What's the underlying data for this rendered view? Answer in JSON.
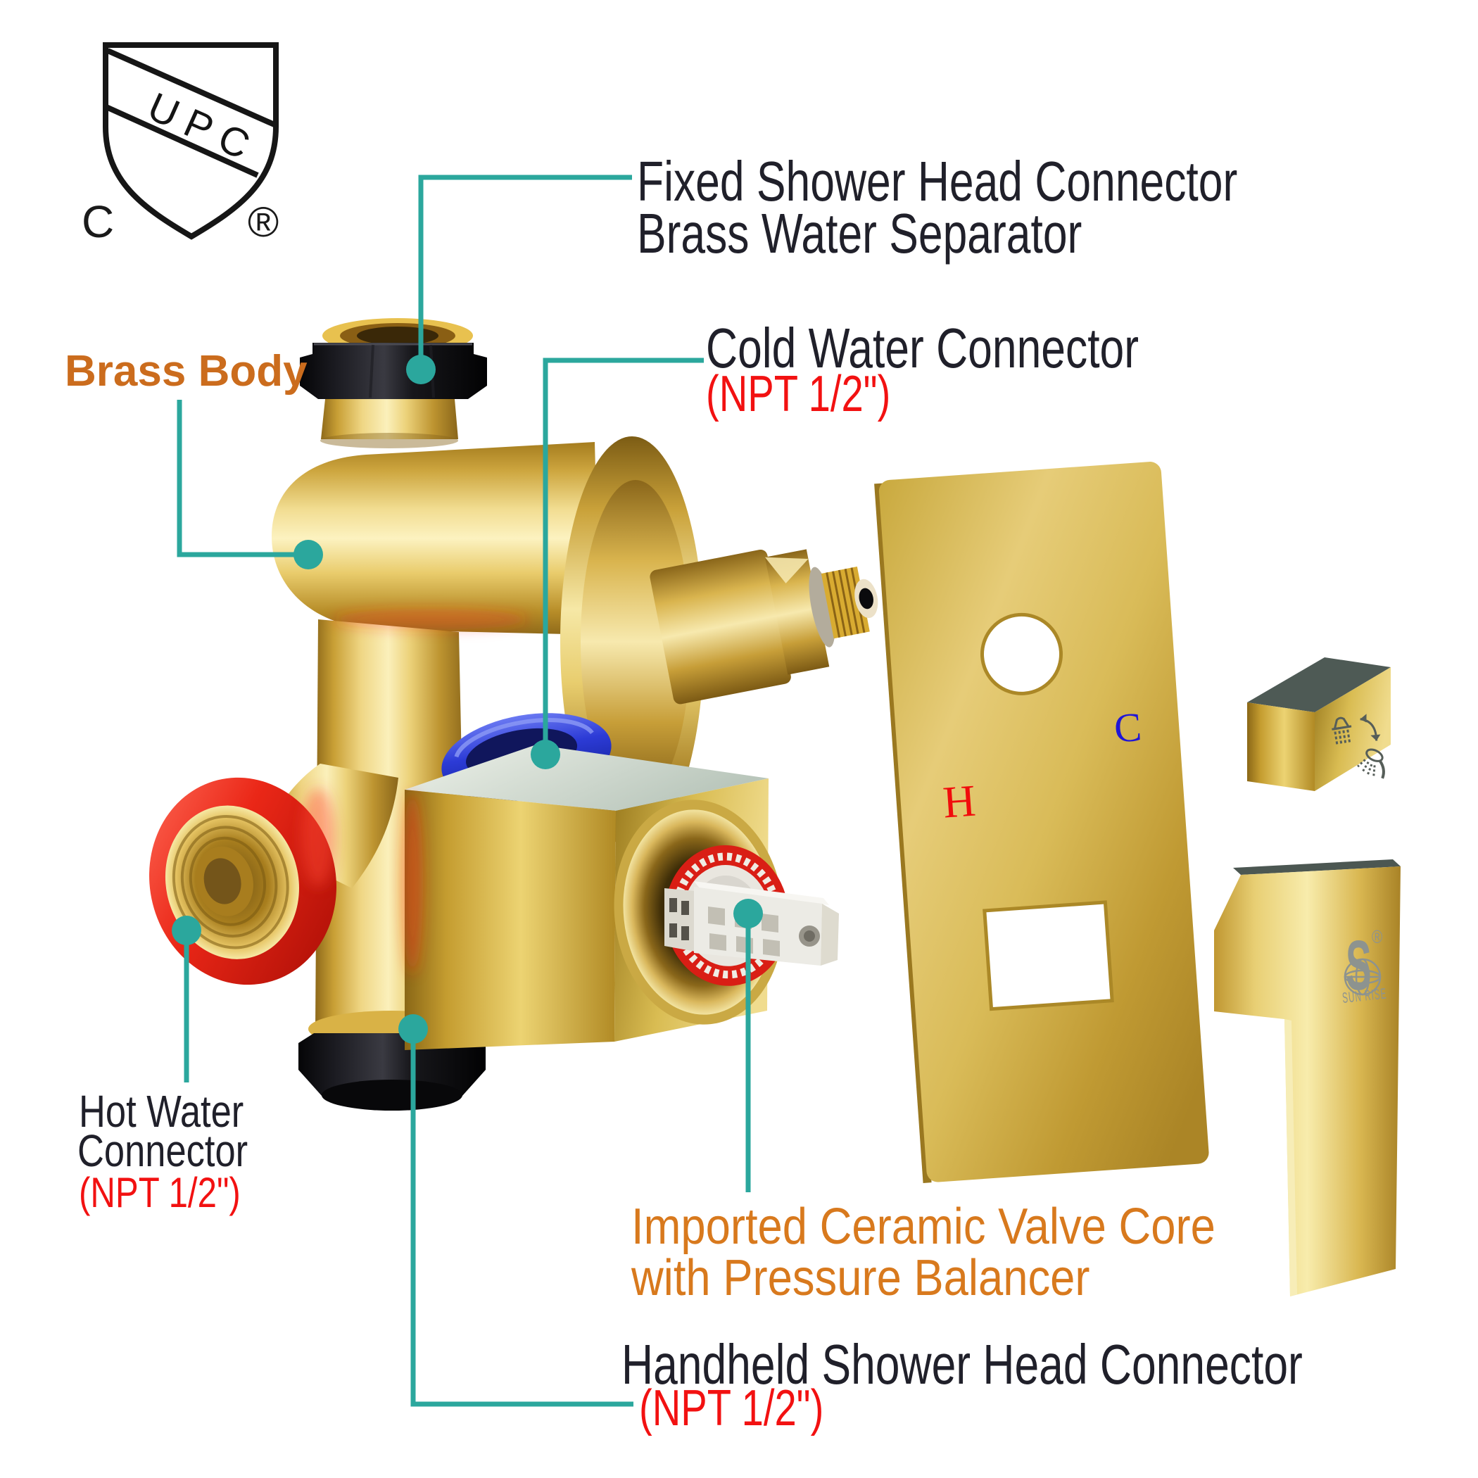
{
  "certification": {
    "badge_text": "UPC",
    "country_letter": "C",
    "registered": "®"
  },
  "labels": {
    "fixed": {
      "line1": "Fixed Shower Head Connector",
      "line2": "Brass Water Separator"
    },
    "cold": {
      "title": "Cold Water Connector",
      "spec": "(NPT 1/2\")"
    },
    "brass_body": "Brass Body",
    "hot": {
      "line1": "Hot Water",
      "line2": "Connector",
      "spec": "(NPT 1/2\")"
    },
    "valve_core": {
      "line1": "Imported Ceramic Valve Core",
      "line2": "with Pressure Balancer"
    },
    "handheld": {
      "title": "Handheld Shower Head Connector",
      "spec": "(NPT 1/2\")"
    }
  },
  "plate": {
    "hot_mark": "H",
    "cold_mark": "C"
  },
  "handle_logo": {
    "letter": "S",
    "registered": "®",
    "name": "SUN RISE"
  },
  "icons": {
    "cupc_shield_icon": "cUPC certification shield",
    "fixed_shower_icon": "fixed shower head",
    "toggle_arrow_icon": "curved diverter arrow",
    "handheld_shower_icon": "handheld shower head"
  },
  "colors": {
    "callout_teal": "#2ba79d",
    "label_dark": "#20202a",
    "label_red": "#f21111",
    "label_orange": "#d8791d",
    "brass_body_orange": "#cb6c1d",
    "plate_hot_mark": "#f10c0c",
    "plate_cold_mark": "#2016d6",
    "brass_gold": "#e9cd6e",
    "hot_ring": "#ea2717",
    "cold_ring": "#2c3bd6",
    "background": "#ffffff"
  }
}
